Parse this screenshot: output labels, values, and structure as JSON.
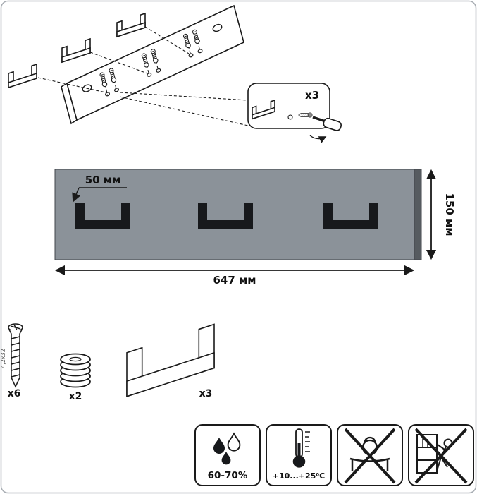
{
  "assembly": {
    "callout_multiplier": "x3"
  },
  "dimensions": {
    "hook_width": "50 мм",
    "panel_height": "150 мм",
    "panel_width": "647 мм"
  },
  "hardware": {
    "screw": {
      "count": "x6",
      "size": "4,2x32"
    },
    "washer": {
      "count": "x2"
    },
    "hook": {
      "count": "x3"
    }
  },
  "care": {
    "humidity": "60-70%",
    "temperature": "+10...+25⁰C"
  },
  "colors": {
    "panel": "#8b9299",
    "panel_edge": "#565b60",
    "hook": "#17191c",
    "line": "#1a1a1a"
  }
}
